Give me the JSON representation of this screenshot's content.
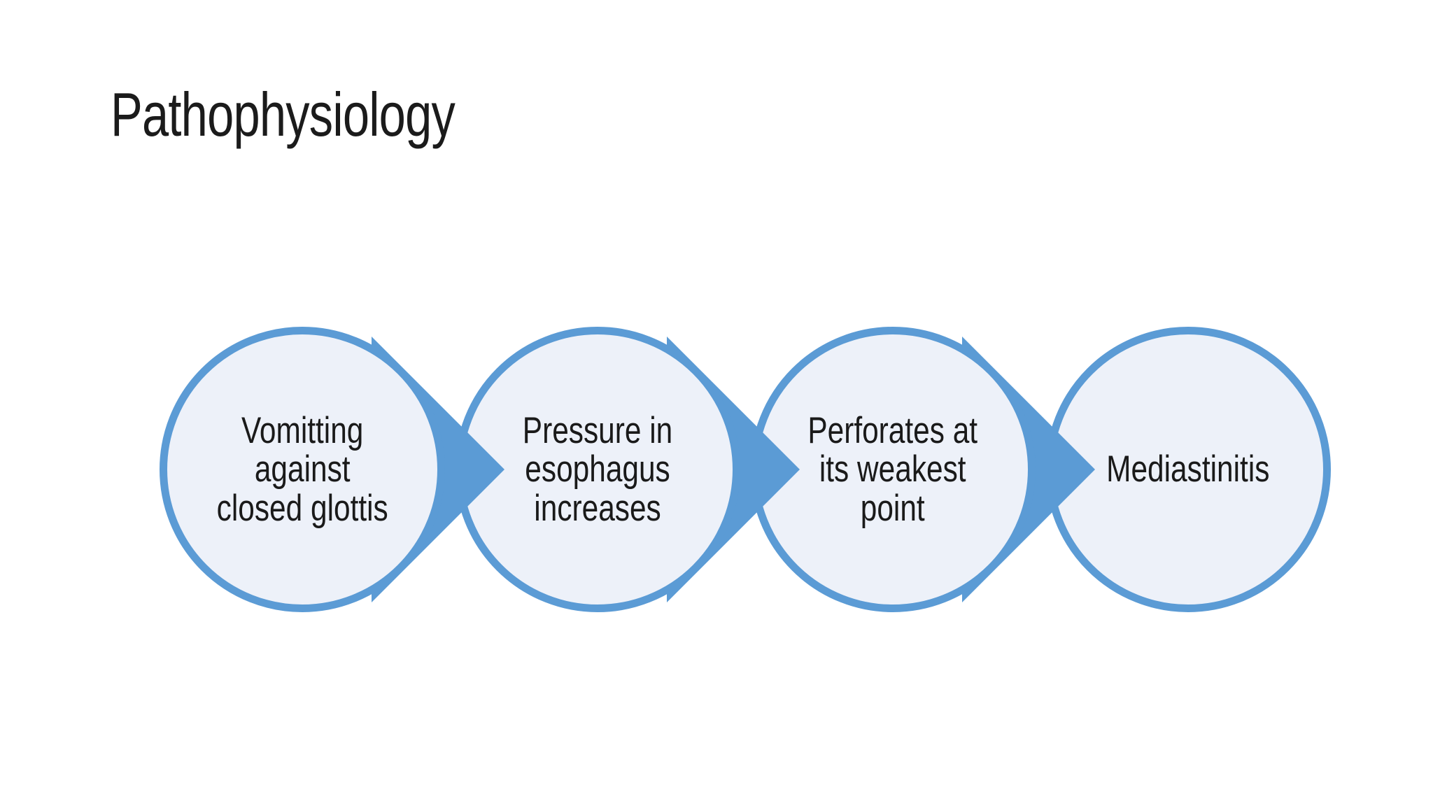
{
  "slide": {
    "title": "Pathophysiology"
  },
  "diagram": {
    "type": "process-flow",
    "direction": "left-to-right",
    "steps": [
      {
        "label": "Vomitting against closed glottis",
        "lines": [
          "Vomitting",
          "against",
          "closed glottis"
        ]
      },
      {
        "label": "Pressure in esophagus increases",
        "lines": [
          "Pressure in",
          "esophagus",
          "increases"
        ]
      },
      {
        "label": "Perforates at its weakest point",
        "lines": [
          "Perforates at",
          "its weakest",
          "point"
        ]
      },
      {
        "label": "Mediastinitis",
        "lines": [
          "Mediastinitis",
          "",
          ""
        ]
      }
    ]
  },
  "colors": {
    "accent": "#5B9BD5",
    "circle_fill": "#EDF1F9",
    "text": "#1A1A1A",
    "title": "#1B1B1B",
    "background": "#FFFFFF"
  }
}
